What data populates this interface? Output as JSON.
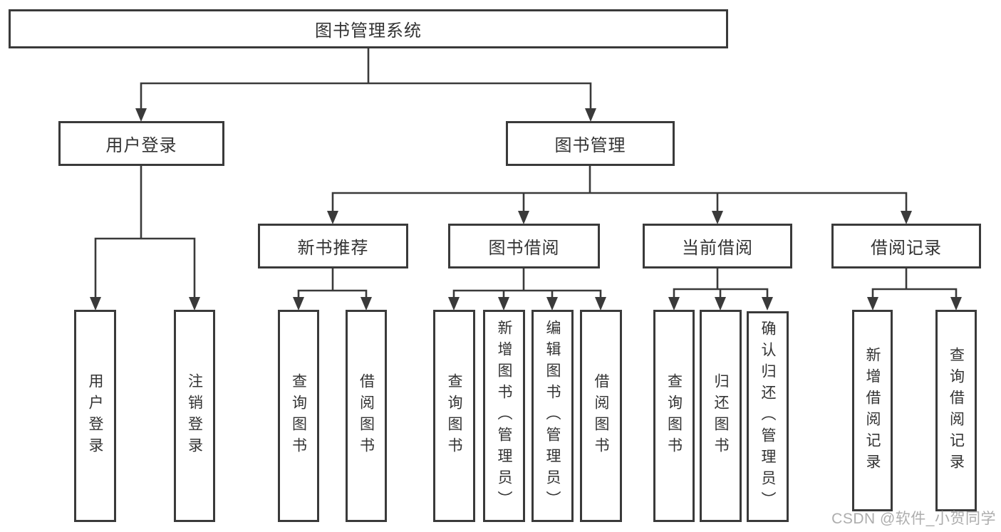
{
  "diagram": {
    "root": "图书管理系统",
    "level2": {
      "user_login": "用户登录",
      "book_management": "图书管理"
    },
    "level3": {
      "new_books": "新书推荐",
      "book_borrowing": "图书借阅",
      "current_borrowing": "当前借阅",
      "borrow_records": "借阅记录"
    },
    "leaves": {
      "user_login": [
        "用户登录",
        "注销登录"
      ],
      "new_books": [
        "查询图书",
        "借阅图书"
      ],
      "book_borrowing": [
        "查询图书",
        "新增图书（管理员）",
        "编辑图书（管理员）",
        "借阅图书"
      ],
      "current_borrowing": [
        "查询图书",
        "归还图书",
        "确认归还（管理员）"
      ],
      "borrow_records": [
        "新增借阅记录",
        "查询借阅记录"
      ]
    },
    "line_color": "#3a3a3a",
    "text_color": "#333333"
  },
  "watermark": {
    "text": "CSDN @软件_小贺同学",
    "color": "#adadad"
  }
}
